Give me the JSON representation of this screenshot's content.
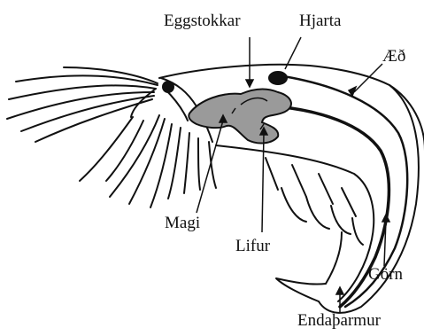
{
  "diagram": {
    "subject": "",
    "labels": {
      "ovary": "Eggstokkar",
      "heart": "Hjarta",
      "vein": "Æð",
      "stomach": "Magi",
      "liver": "Lifur",
      "intestine": "Görn",
      "rectum": "Endaþarmur"
    }
  }
}
